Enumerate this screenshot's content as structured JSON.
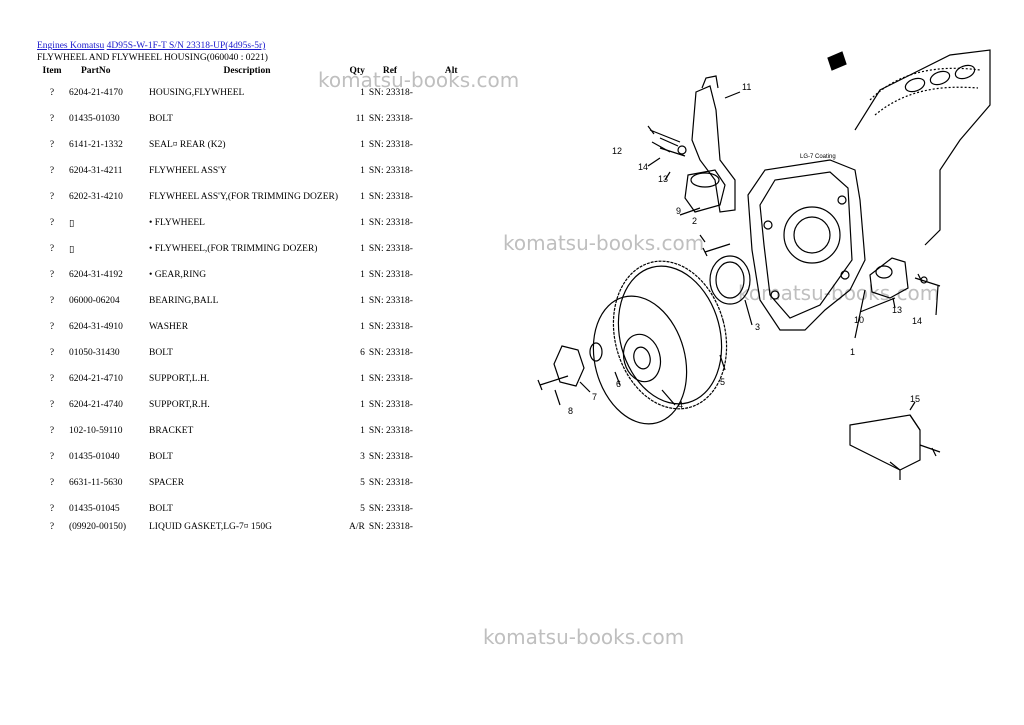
{
  "breadcrumb": {
    "link1": "Engines Komatsu",
    "link2": "4D95S-W-1F-T S/N 23318-UP(4d95s-5r)"
  },
  "page_title": "FLYWHEEL AND FLYWHEEL HOUSING(060040 : 0221)",
  "table": {
    "headers": {
      "item": "Item",
      "part": "PartNo",
      "desc": "Description",
      "qty": "Qty",
      "ref": "Ref",
      "alt": "Alt"
    },
    "rows": [
      {
        "item": "?",
        "part": "6204-21-4170",
        "desc": "HOUSING,FLYWHEEL",
        "qty": "1",
        "ref": "SN: 23318-"
      },
      {
        "item": "?",
        "part": "01435-01030",
        "desc": "BOLT",
        "qty": "11",
        "ref": "SN: 23318-"
      },
      {
        "item": "?",
        "part": "6141-21-1332",
        "desc": "SEAL¤ REAR (K2)",
        "qty": "1",
        "ref": "SN: 23318-"
      },
      {
        "item": "?",
        "part": "6204-31-4211",
        "desc": "FLYWHEEL ASS'Y",
        "qty": "1",
        "ref": "SN: 23318-"
      },
      {
        "item": "?",
        "part": "6202-31-4210",
        "desc": "FLYWHEEL ASS'Y,(FOR TRIMMING DOZER)",
        "qty": "1",
        "ref": "SN: 23318-"
      },
      {
        "item": "?",
        "part": "▯",
        "desc": "• FLYWHEEL",
        "qty": "1",
        "ref": "SN: 23318-"
      },
      {
        "item": "?",
        "part": "▯",
        "desc": "• FLYWHEEL,(FOR TRIMMING DOZER)",
        "qty": "1",
        "ref": "SN: 23318-"
      },
      {
        "item": "?",
        "part": "6204-31-4192",
        "desc": "• GEAR,RING",
        "qty": "1",
        "ref": "SN: 23318-"
      },
      {
        "item": "?",
        "part": "06000-06204",
        "desc": "BEARING,BALL",
        "qty": "1",
        "ref": "SN: 23318-"
      },
      {
        "item": "?",
        "part": "6204-31-4910",
        "desc": "WASHER",
        "qty": "1",
        "ref": "SN: 23318-"
      },
      {
        "item": "?",
        "part": "01050-31430",
        "desc": "BOLT",
        "qty": "6",
        "ref": "SN: 23318-"
      },
      {
        "item": "?",
        "part": "6204-21-4710",
        "desc": "SUPPORT,L.H.",
        "qty": "1",
        "ref": "SN: 23318-"
      },
      {
        "item": "?",
        "part": "6204-21-4740",
        "desc": "SUPPORT,R.H.",
        "qty": "1",
        "ref": "SN: 23318-"
      },
      {
        "item": "?",
        "part": "102-10-59110",
        "desc": "BRACKET",
        "qty": "1",
        "ref": "SN: 23318-"
      },
      {
        "item": "?",
        "part": "01435-01040",
        "desc": "BOLT",
        "qty": "3",
        "ref": "SN: 23318-"
      },
      {
        "item": "?",
        "part": "6631-11-5630",
        "desc": "SPACER",
        "qty": "5",
        "ref": "SN: 23318-"
      },
      {
        "item": "?",
        "part": "01435-01045",
        "desc": "BOLT",
        "qty": "5",
        "ref": "SN: 23318-"
      },
      {
        "item": "?",
        "part": "(09920-00150)",
        "desc": "LIQUID GASKET,LG-7¤ 150G",
        "qty": "A/R",
        "ref": "SN: 23318-"
      }
    ]
  },
  "watermarks": [
    "komatsu-books.com",
    "komatsu-books.com",
    "komatsu-books.com",
    "komatsu-books.com"
  ],
  "diagram": {
    "callouts": [
      "1",
      "2",
      "3",
      "4",
      "5",
      "6",
      "7",
      "8",
      "9",
      "10",
      "11",
      "12",
      "13",
      "14",
      "13",
      "14",
      "15"
    ],
    "note": "LG-7 Coating"
  }
}
